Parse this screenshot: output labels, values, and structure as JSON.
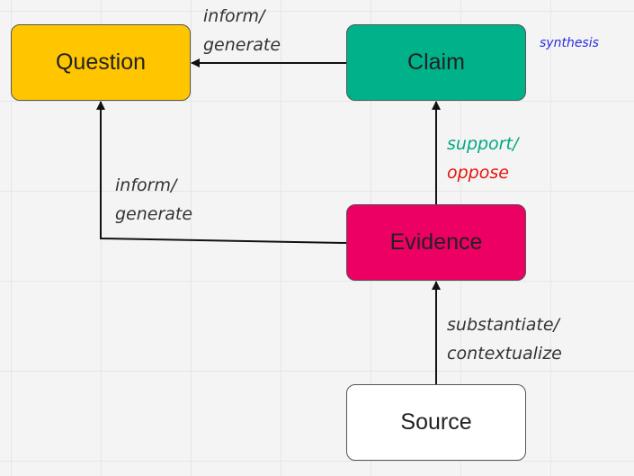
{
  "nodes": {
    "question": {
      "label": "Question",
      "color": "#ffc600"
    },
    "claim": {
      "label": "Claim",
      "color": "#00b28a"
    },
    "evidence": {
      "label": "Evidence",
      "color": "#ed0063"
    },
    "source": {
      "label": "Source",
      "color": "#ffffff"
    }
  },
  "edges": {
    "claim_to_question": {
      "line1": "inform/",
      "line2": "generate"
    },
    "evidence_to_question": {
      "line1": "inform/",
      "line2": "generate"
    },
    "evidence_to_claim": {
      "line1": "support/",
      "line2": "oppose",
      "line1_color": "#00a884",
      "line2_color": "#e8160c"
    },
    "source_to_evidence": {
      "line1": "substantiate/",
      "line2": "contextualize"
    }
  },
  "annotation": {
    "text": "synthesis",
    "color": "#2c2ce0"
  },
  "edge_color": "#111111"
}
